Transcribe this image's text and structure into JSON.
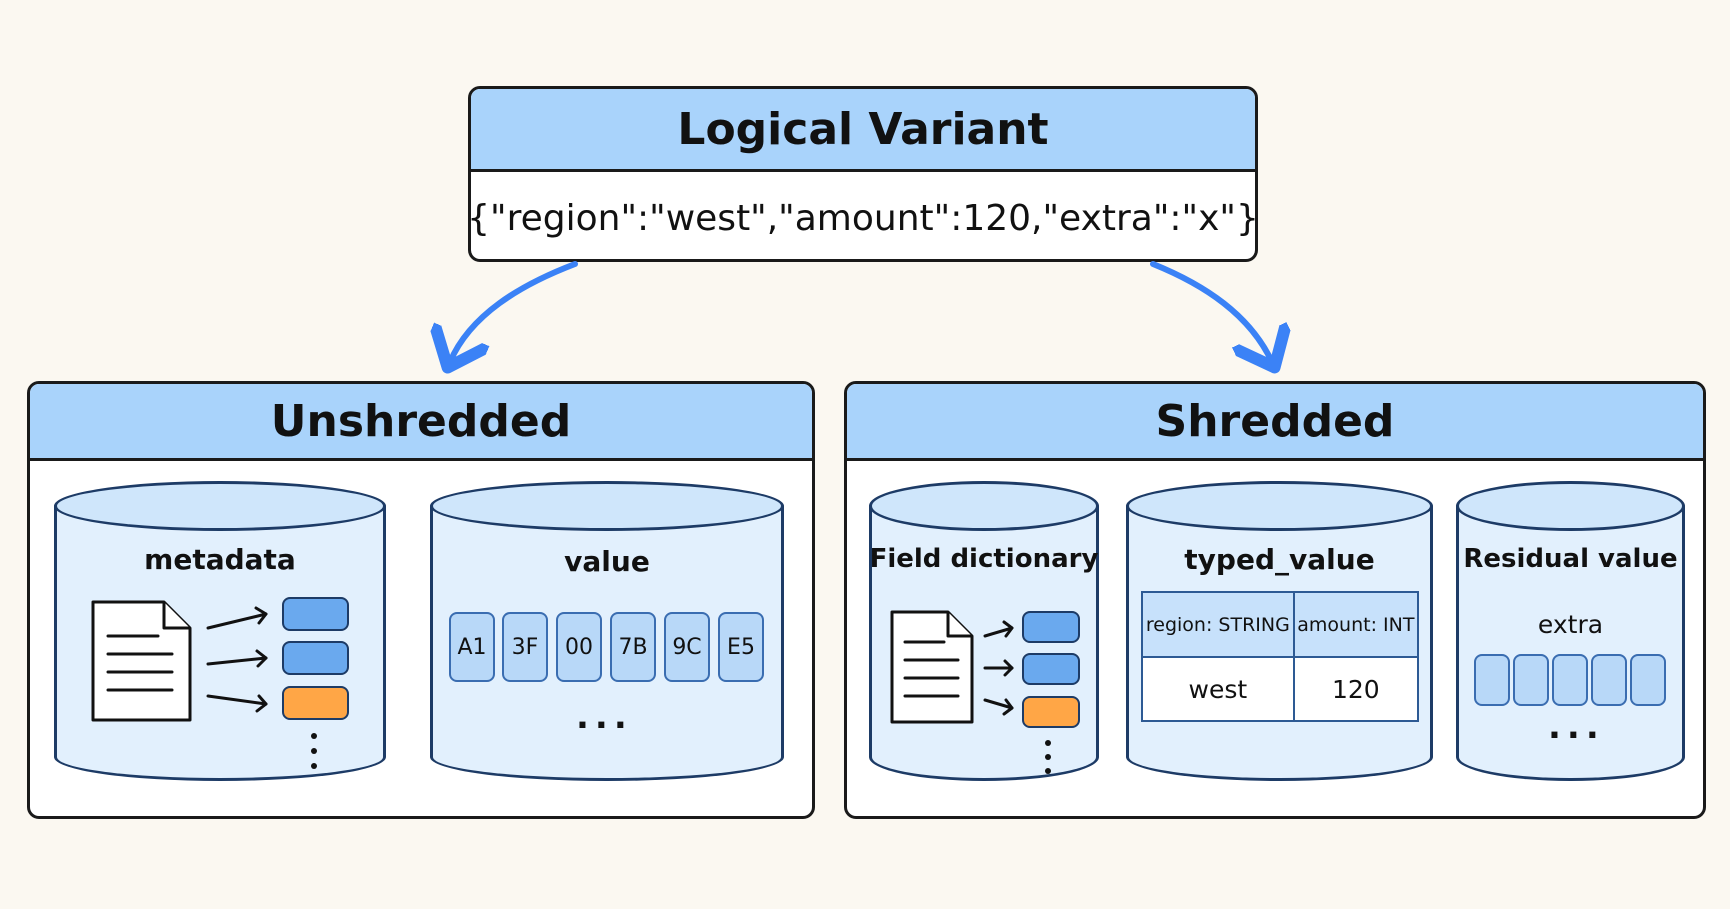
{
  "logical_variant": {
    "title": "Logical Variant",
    "json": "{\"region\":\"west\",\"amount\":120,\"extra\":\"x\"}"
  },
  "unshredded": {
    "title": "Unshredded",
    "metadata": {
      "title": "metadata"
    },
    "value": {
      "title": "value",
      "bytes": [
        "A1",
        "3F",
        "00",
        "7B",
        "9C",
        "E5"
      ],
      "ellipsis": "..."
    }
  },
  "shredded": {
    "title": "Shredded",
    "field_dictionary": {
      "title": "Field dictionary"
    },
    "typed_value": {
      "title": "typed_value",
      "columns": [
        "region: STRING",
        "amount: INT"
      ],
      "values": [
        "west",
        "120"
      ]
    },
    "residual_value": {
      "title": "Residual value",
      "field": "extra",
      "ellipsis": "..."
    }
  },
  "colors": {
    "header": "#a9d3fb",
    "cylinder": "#e2f0fd",
    "chip_blue": "#6aa9ee",
    "chip_orange": "#ffa646",
    "arrow": "#3b82f6"
  }
}
